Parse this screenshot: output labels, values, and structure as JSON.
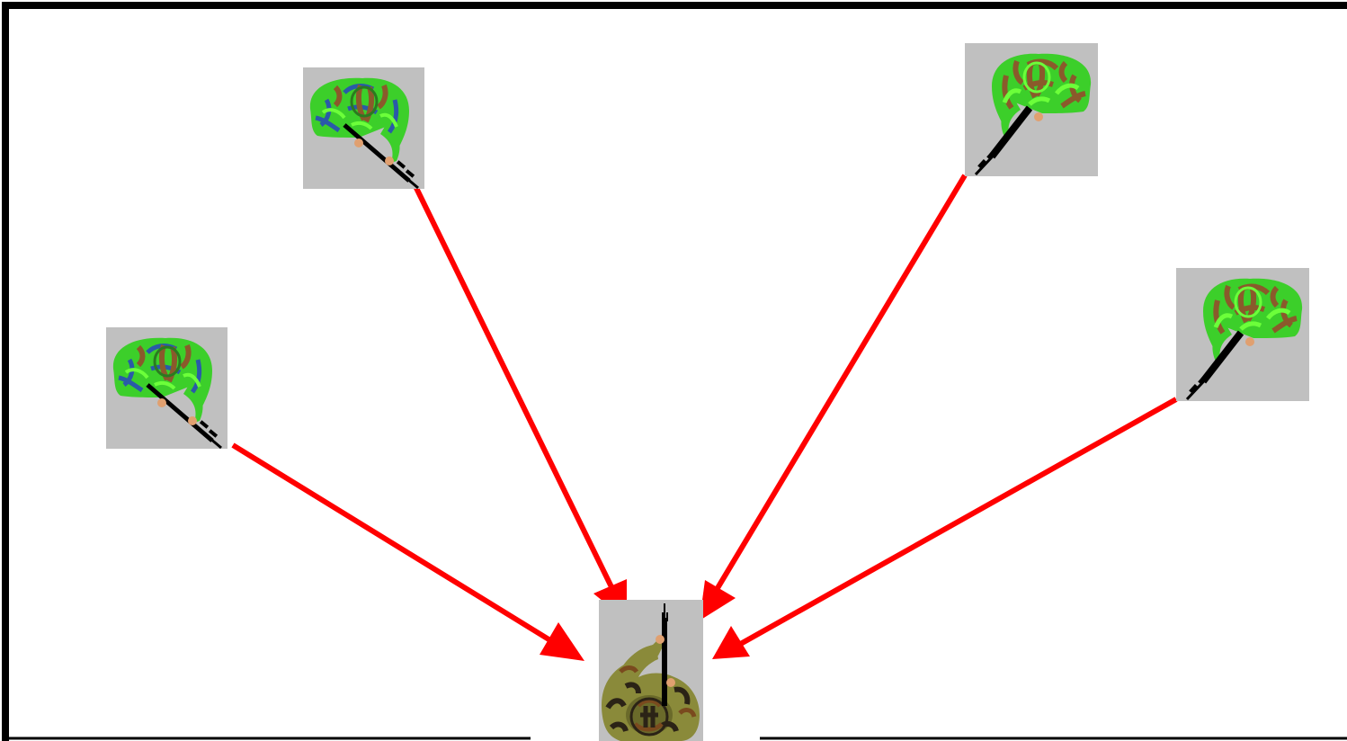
{
  "diagram": {
    "kind": "tactical room-entry illustration (top-down)",
    "colors": {
      "background": "#ffffff",
      "wall": "#000000",
      "arrow": "#ff0000",
      "tile": "#c0c0c0",
      "enemy_camo_base": "#3ccf2a",
      "enemy_camo_light": "#6cff3a",
      "enemy_camo_brown": "#8a5a2b",
      "enemy_camo_blue": "#2a5aa8",
      "friendly_camo_base": "#8a8a3a",
      "friendly_camo_dark": "#2b2316",
      "friendly_camo_brown": "#7a4a1e",
      "rifle": "#000000",
      "skin": "#e0a070"
    },
    "figures": [
      {
        "id": "enemy-1",
        "role": "hostile",
        "camouflage": "green-blue",
        "facing": "down-right",
        "icon": "soldier-top-view-icon"
      },
      {
        "id": "enemy-2",
        "role": "hostile",
        "camouflage": "green-blue",
        "facing": "down-right",
        "icon": "soldier-top-view-icon"
      },
      {
        "id": "enemy-3",
        "role": "hostile",
        "camouflage": "green-brown",
        "facing": "down-left",
        "icon": "soldier-top-view-icon"
      },
      {
        "id": "enemy-4",
        "role": "hostile",
        "camouflage": "green-brown",
        "facing": "down-left",
        "icon": "soldier-top-view-icon"
      },
      {
        "id": "friendly",
        "role": "entering soldier",
        "camouflage": "woodland",
        "facing": "up",
        "icon": "soldier-top-view-icon"
      }
    ],
    "arrows": [
      {
        "from": "enemy-1",
        "to": "friendly"
      },
      {
        "from": "enemy-2",
        "to": "friendly"
      },
      {
        "from": "enemy-3",
        "to": "friendly"
      },
      {
        "from": "enemy-4",
        "to": "friendly"
      }
    ],
    "walls": [
      "top",
      "left",
      "bottom-left-of-doorway",
      "bottom-right-of-doorway"
    ],
    "doorway": "bottom-center"
  }
}
